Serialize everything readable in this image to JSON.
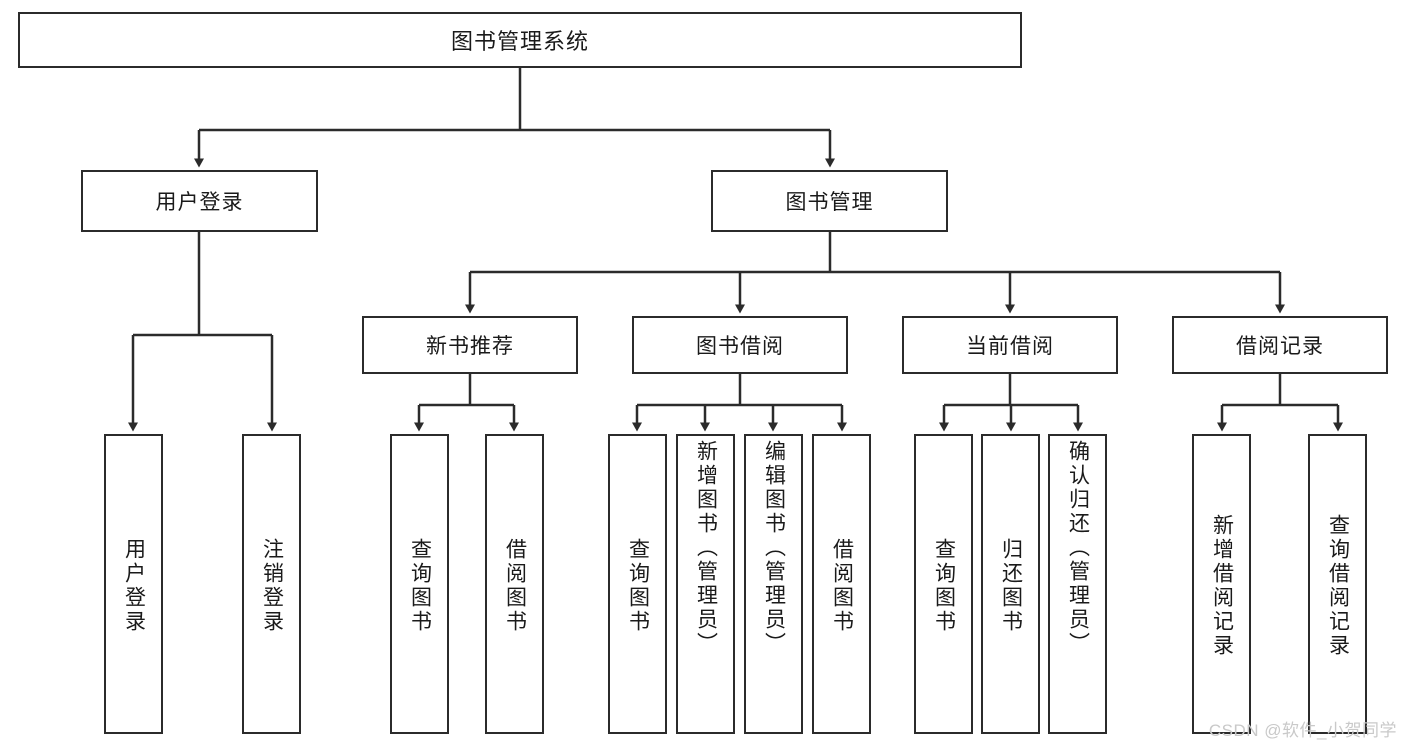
{
  "diagram": {
    "type": "hierarchy-tree",
    "root": {
      "label": "图书管理系统"
    },
    "level1": [
      {
        "label": "用户登录"
      },
      {
        "label": "图书管理"
      }
    ],
    "level2": [
      {
        "label": "新书推荐"
      },
      {
        "label": "图书借阅"
      },
      {
        "label": "当前借阅"
      },
      {
        "label": "借阅记录"
      }
    ],
    "leaves": {
      "user_login": [
        {
          "label": "用户登录"
        },
        {
          "label": "注销登录"
        }
      ],
      "new_book_recommend": [
        {
          "label": "查询图书"
        },
        {
          "label": "借阅图书"
        }
      ],
      "book_borrow": [
        {
          "label": "查询图书"
        },
        {
          "label": "新增图书（管理员）"
        },
        {
          "label": "编辑图书（管理员）"
        },
        {
          "label": "借阅图书"
        }
      ],
      "current_borrow": [
        {
          "label": "查询图书"
        },
        {
          "label": "归还图书"
        },
        {
          "label": "确认归还（管理员）"
        }
      ],
      "borrow_record": [
        {
          "label": "新增借阅记录"
        },
        {
          "label": "查询借阅记录"
        }
      ]
    }
  },
  "watermark": {
    "text": "CSDN @软件_小贺同学"
  },
  "colors": {
    "stroke": "#2b2b2b",
    "text": "#1a1a1a",
    "background": "#ffffff",
    "watermark": "#c9c9c9"
  }
}
